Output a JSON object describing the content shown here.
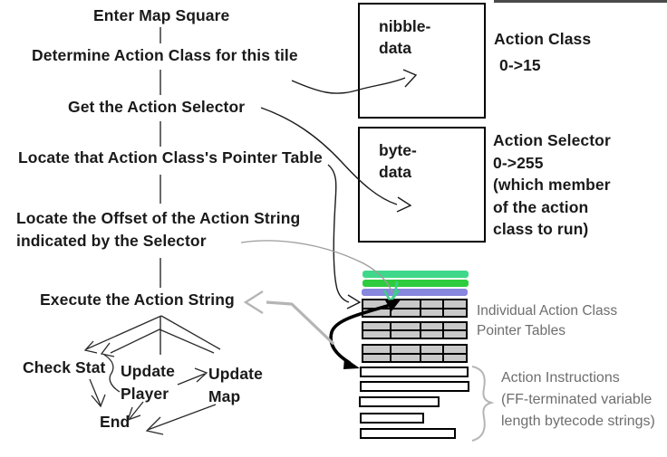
{
  "flow": {
    "steps": [
      {
        "label": "Enter Map Square"
      },
      {
        "label": "Determine Action Class for this tile"
      },
      {
        "label": "Get the Action Selector"
      },
      {
        "label": "Locate that Action Class's Pointer Table"
      },
      {
        "line1": "Locate the Offset of the Action String",
        "line2": "indicated by the Selector"
      },
      {
        "label": "Execute the Action String"
      }
    ]
  },
  "subflow": {
    "check_stat": "Check Stat",
    "update_player_line1": "Update",
    "update_player_line2": "Player",
    "update_map_line1": "Update",
    "update_map_line2": "Map",
    "end": "End"
  },
  "data_boxes": {
    "nibble": {
      "line1": "nibble-",
      "line2": "data"
    },
    "byte": {
      "line1": "byte-",
      "line2": "data"
    }
  },
  "notes": {
    "action_class": {
      "line1": "Action Class",
      "line2": "0->15"
    },
    "action_selector": {
      "line1": "Action Selector",
      "line2": "0->255",
      "line3": "(which member",
      "line4": "of the action",
      "line5": "class to run)"
    },
    "pointer_tables": {
      "line1": "Individual Action Class",
      "line2": "Pointer Tables"
    },
    "action_instructions": {
      "line1": "Action Instructions",
      "line2": "(FF-terminated variable",
      "line3": "length bytecode strings)"
    }
  },
  "colors": {
    "bar_green_light": "#3fd88a",
    "bar_green": "#2ecc3e",
    "bar_purple": "#8787de",
    "table_fill": "#c9c9c9",
    "annotation_gray": "#6e6e6e"
  }
}
